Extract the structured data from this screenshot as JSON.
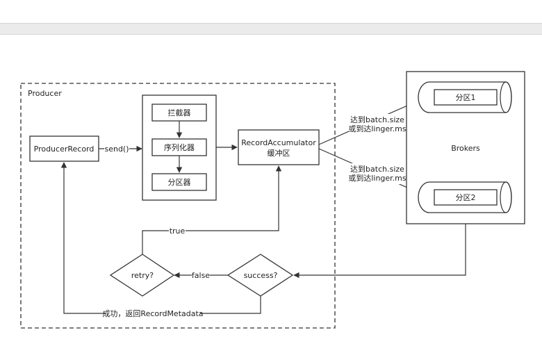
{
  "producer": {
    "label": "Producer"
  },
  "producer_record": {
    "label": "ProducerRecord"
  },
  "send": {
    "label": "send()"
  },
  "pipeline": {
    "interceptor": "拦截器",
    "serializer": "序列化器",
    "partitioner": "分区器"
  },
  "accumulator": {
    "line1": "RecordAccumulator",
    "line2": "缓冲区"
  },
  "condition_top": {
    "line1": "达到batch.size",
    "line2": "或到达linger.ms"
  },
  "condition_bottom": {
    "line1": "达到batch.size",
    "line2": "或到达linger.ms"
  },
  "brokers": {
    "label": "Brokers",
    "partition1": "分区1",
    "partition2": "分区2"
  },
  "success": {
    "label": "success?"
  },
  "retry": {
    "label": "retry?"
  },
  "false_edge": {
    "label": "false"
  },
  "true_edge": {
    "label": "true"
  },
  "return_edge": {
    "label": "成功，返回RecordMetadata"
  }
}
